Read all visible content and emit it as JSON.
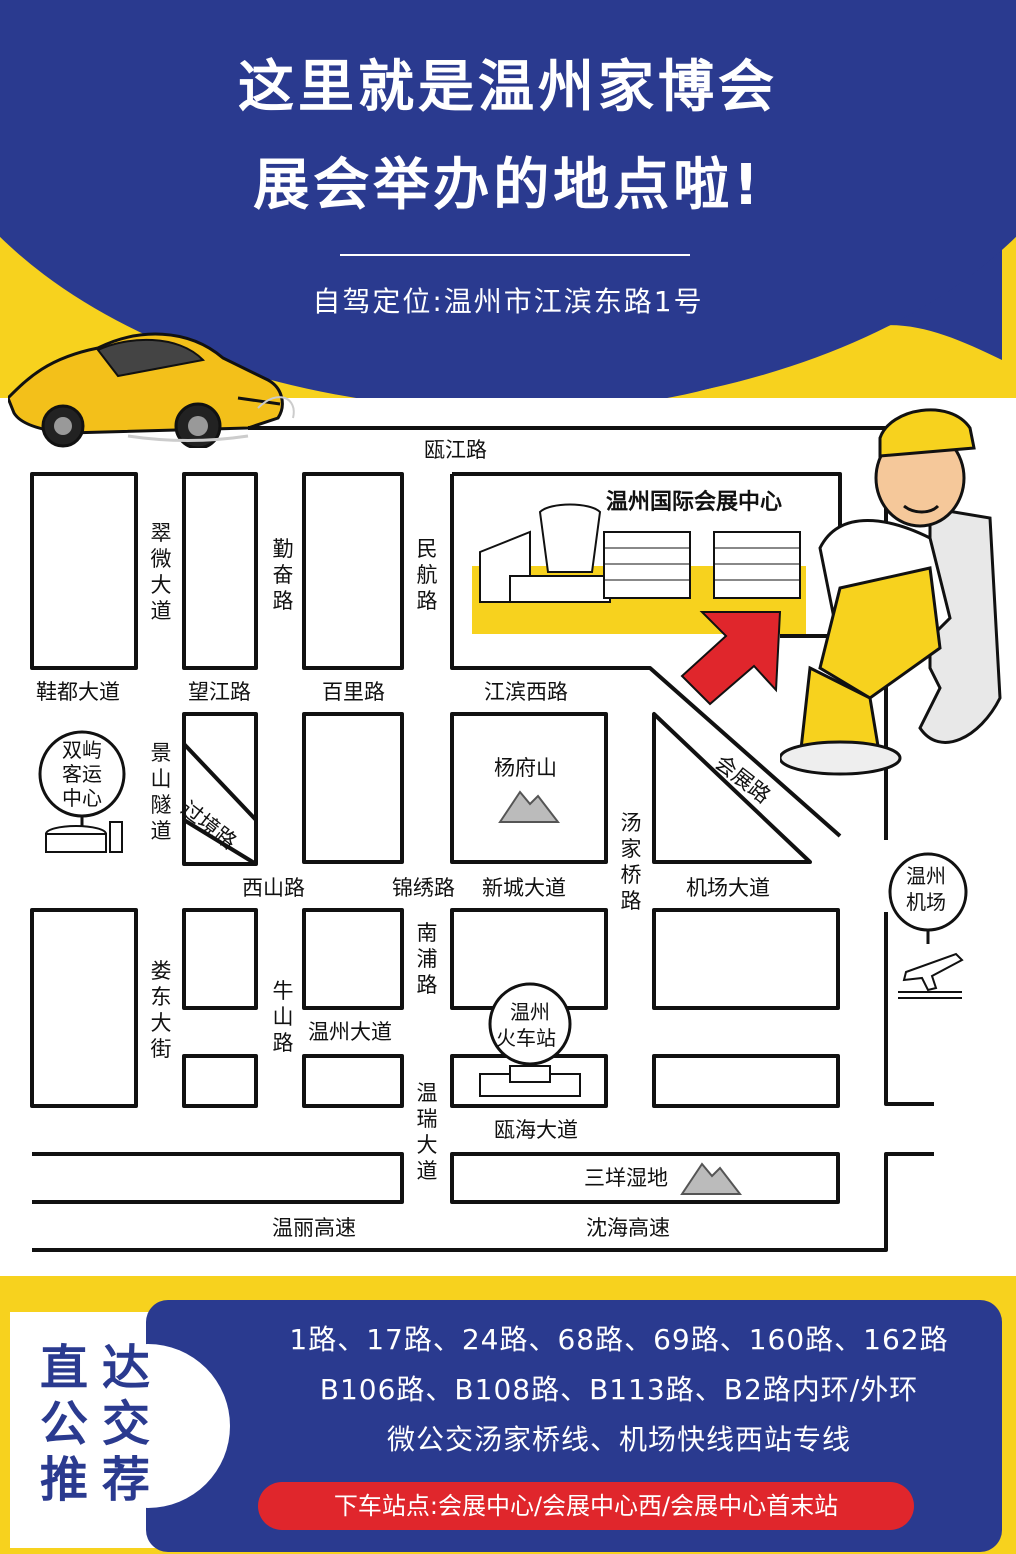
{
  "header": {
    "title_line1": "这里就是温州家博会",
    "title_line2": "展会举办的地点啦!",
    "address": "自驾定位:温州市江滨东路1号"
  },
  "colors": {
    "navy": "#2a3a8f",
    "yellow": "#f7d21e",
    "red": "#e0262c",
    "road_stroke": "#111111"
  },
  "map": {
    "roads": {
      "oujiang": "瓯江路",
      "cuiwei": "翠微大道",
      "qinfen": "勤奋路",
      "minhang": "民航路",
      "xiedu": "鞋都大道",
      "wangjiang": "望江路",
      "baili": "百里路",
      "jiangbinxi": "江滨西路",
      "jingshan": "景山隧道",
      "guojing": "过境路",
      "huizhan": "会展路",
      "tangjiaqiao": "汤家桥路",
      "xishan": "西山路",
      "jinxiu": "锦绣路",
      "xincheng": "新城大道",
      "jichang": "机场大道",
      "loudong": "娄东大街",
      "niushan": "牛山路",
      "nanpu": "南浦路",
      "wenzhou_avenue": "温州大道",
      "wenrui": "温瑞大道",
      "ouhai": "瓯海大道",
      "wenli": "温丽高速",
      "shenhai": "沈海高速"
    },
    "landmarks": {
      "expo_center": "温州国际会展中心",
      "yangfushan": "杨府山",
      "shuangyu_line1": "双屿",
      "shuangyu_line2": "客运",
      "shuangyu_line3": "中心",
      "airport_line1": "温州",
      "airport_line2": "机场",
      "station_line1": "温州",
      "station_line2": "火车站",
      "sanyang": "三垟湿地"
    },
    "icons": [
      "car-icon",
      "worker-mascot-icon",
      "expo-building-icon",
      "mountain-icon",
      "bus-station-icon",
      "airplane-icon",
      "train-station-icon",
      "arrow-icon"
    ]
  },
  "bus": {
    "label_chars": [
      "直",
      "达",
      "公",
      "交",
      "推",
      "荐"
    ],
    "lines": [
      "1路、17路、24路、68路、69路、160路、162路",
      "B106路、B108路、B113路、B2路内环/外环",
      "微公交汤家桥线、机场快线西站专线"
    ],
    "stops": "下车站点:会展中心/会展中心西/会展中心首末站"
  }
}
